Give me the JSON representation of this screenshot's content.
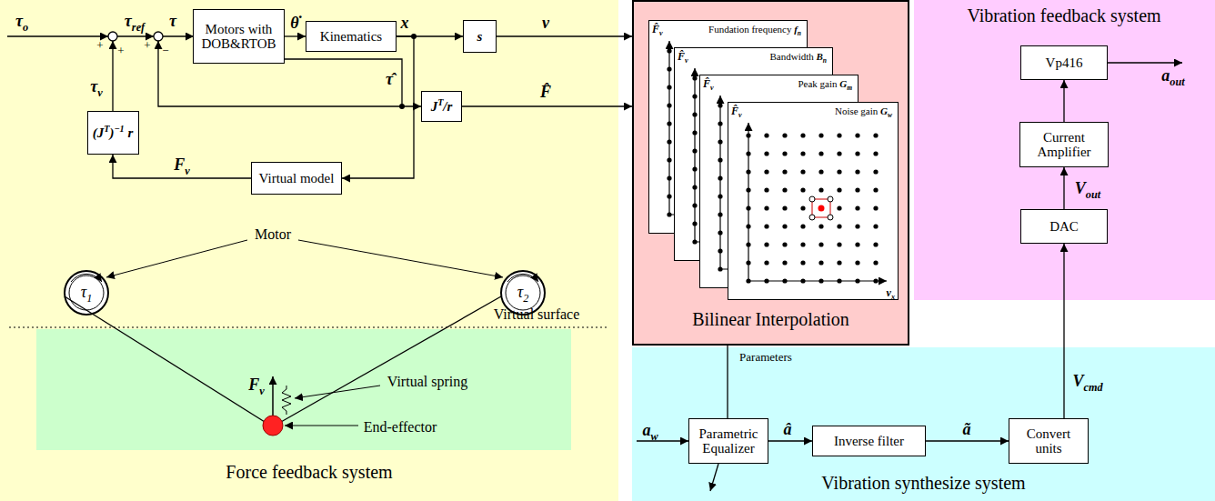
{
  "diagram": {
    "nodes": [
      {
        "text": [
          "Force feedback system"
        ]
      },
      {
        "text": [
          "Motors with DOB&RTOB"
        ],
        "in": 0
      },
      {
        "text": [
          "Kinematics"
        ],
        "in": 0
      },
      {
        "text": [
          "s"
        ],
        "in": 0
      },
      {
        "text": [
          "JT/r"
        ],
        "in": 0
      },
      {
        "text": [
          "(JT)−1 r"
        ],
        "in": 0
      },
      {
        "text": [
          "Virtual model"
        ],
        "in": 0
      },
      {
        "text": [
          "Bilinear Interpolation"
        ]
      },
      {
        "text": [
          "Fundation frequency fn",
          "F̂v"
        ],
        "in": 7
      },
      {
        "text": [
          "Bandwidth Bn",
          "F̂v"
        ],
        "in": 7
      },
      {
        "text": [
          "Peak gain Gm",
          "F̂v"
        ],
        "in": 7
      },
      {
        "text": [
          "Noise gain Gw",
          "F̂v",
          "vx"
        ],
        "in": 7
      },
      {
        "text": [
          "Vibration feedback system"
        ]
      },
      {
        "text": [
          "Vp416"
        ],
        "in": 12
      },
      {
        "text": [
          "Current Amplifier"
        ],
        "in": 12
      },
      {
        "text": [
          "DAC"
        ],
        "in": 12
      },
      {
        "text": [
          "Vibration synthesize system"
        ]
      },
      {
        "text": [
          "Parametric Equalizer"
        ],
        "in": 16
      },
      {
        "text": [
          "Inverse filter"
        ],
        "in": 16
      },
      {
        "text": [
          "Convert units"
        ],
        "in": 16
      }
    ],
    "edges": [
      {
        "from": 1,
        "to": 2,
        "arrow": "to",
        "label": "θ̇"
      },
      {
        "from": 2,
        "to": 3,
        "arrow": "to",
        "label": "x"
      },
      {
        "from": 2,
        "to": 6,
        "arrow": "to"
      },
      {
        "from": 3,
        "to": 7,
        "arrow": "to",
        "label": "v"
      },
      {
        "from": 1,
        "to": 4,
        "arrow": "to",
        "label": "τ̂"
      },
      {
        "from": 4,
        "to": 7,
        "arrow": "to",
        "label": "F̂"
      },
      {
        "from": 6,
        "to": 5,
        "arrow": "to",
        "label": "Fv"
      },
      {
        "from": 7,
        "to": 17,
        "arrow": "none",
        "label": "Parameters"
      },
      {
        "from": 17,
        "to": 18,
        "arrow": "to",
        "label": "â"
      },
      {
        "from": 18,
        "to": 19,
        "arrow": "to",
        "label": "ã"
      },
      {
        "from": 19,
        "to": 15,
        "arrow": "to",
        "label": "Vcmd"
      },
      {
        "from": 15,
        "to": 14,
        "arrow": "to",
        "label": "Vout"
      },
      {
        "from": 14,
        "to": 13,
        "arrow": "to"
      }
    ],
    "labels": [
      "τo",
      "+",
      "τref",
      "+",
      "τ",
      "+",
      "−",
      "τv",
      "Motor",
      "τ1",
      "τ2",
      "Virtual surface",
      "Fv",
      "Virtual spring",
      "End-effector",
      "aw",
      "aout"
    ]
  }
}
